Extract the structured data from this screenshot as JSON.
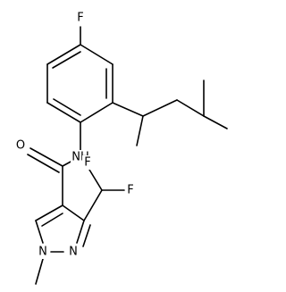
{
  "molecule": {
    "atoms": {
      "F_top": "F",
      "NH": "NH",
      "O": "O",
      "F_cf2_a": "F",
      "F_cf2_b": "F",
      "N_ring_1": "N",
      "N_ring_2": "N"
    }
  },
  "colors": {
    "bond": "#000000",
    "label": "#000000",
    "background": "#ffffff"
  }
}
